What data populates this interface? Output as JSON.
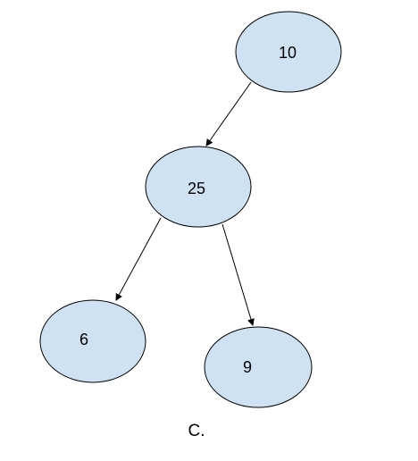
{
  "diagram": {
    "type": "tree",
    "node_fill": "#cfe2f3",
    "stroke_color": "#000000",
    "nodes": [
      {
        "id": "n10",
        "label": "10"
      },
      {
        "id": "n25",
        "label": "25"
      },
      {
        "id": "n6",
        "label": "6"
      },
      {
        "id": "n9",
        "label": "9"
      }
    ],
    "edges": [
      {
        "from": "n10",
        "to": "n25"
      },
      {
        "from": "n25",
        "to": "n6"
      },
      {
        "from": "n25",
        "to": "n9"
      }
    ]
  },
  "caption": "C."
}
